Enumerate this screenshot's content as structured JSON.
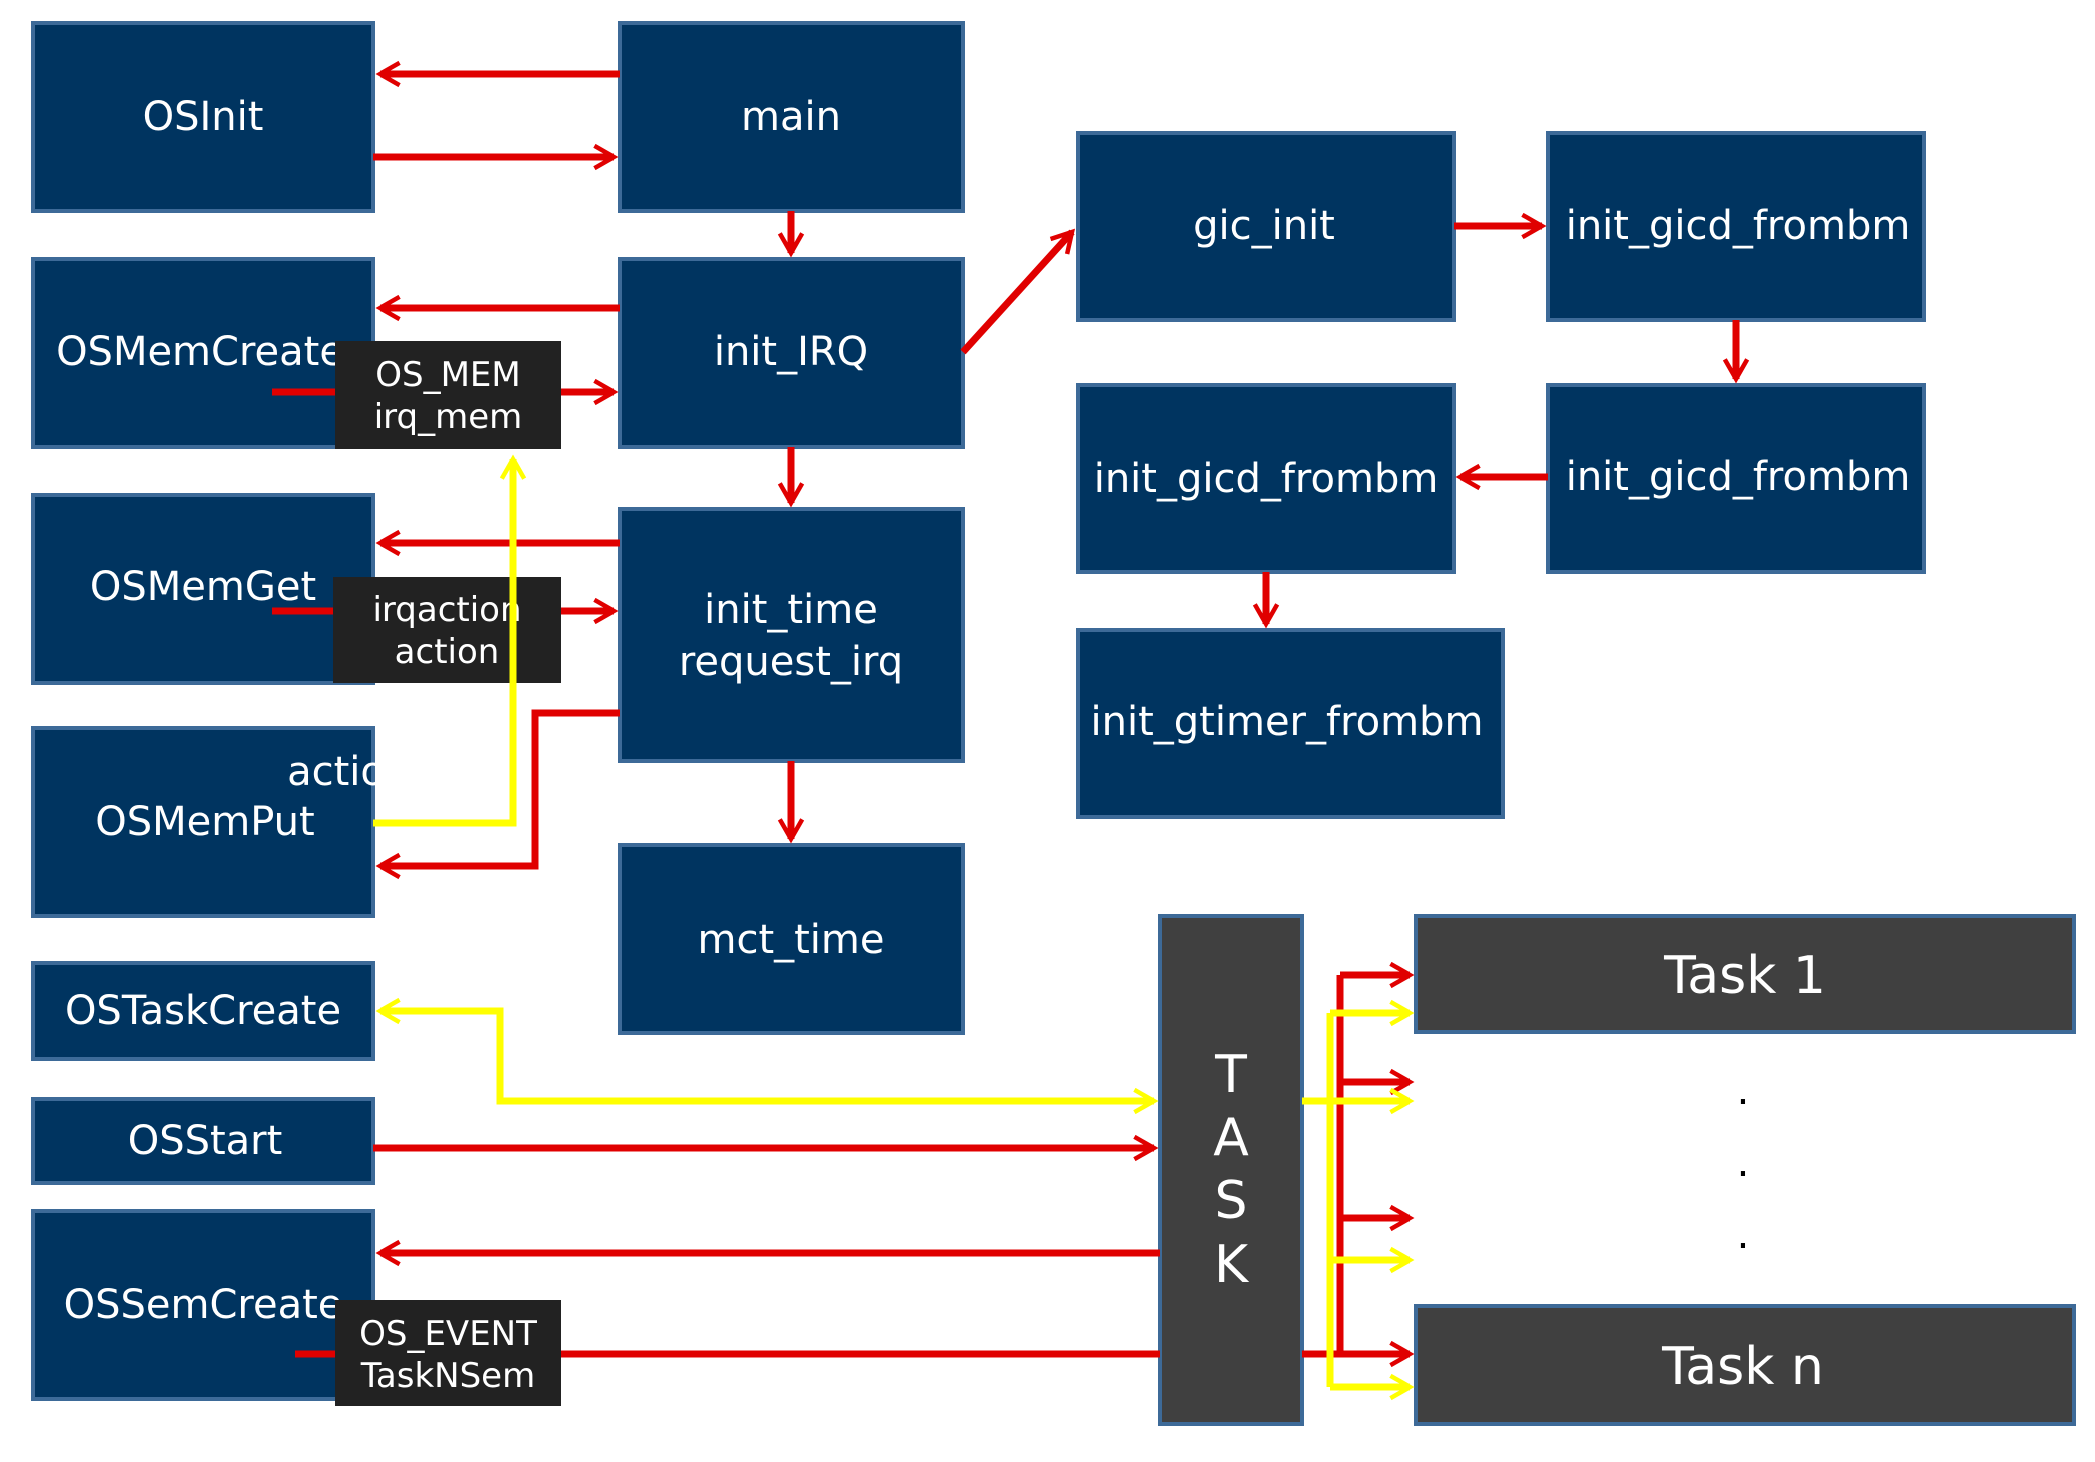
{
  "colors": {
    "box_fill": "#003460",
    "box_border": "#3d6a98",
    "tag_fill": "#222222",
    "task_fill": "#404040",
    "red_arrow": "#e00000",
    "yellow_arrow": "#ffff00"
  },
  "left_column": {
    "osinit": "OSInit",
    "osmemcreate": "OSMemCreate",
    "osmemget": "OSMemGet",
    "osmemput": "OSMemPut",
    "osmemput_overlap": "actio",
    "ostaskcreate": "OSTaskCreate",
    "osstart": "OSStart",
    "ossemcreate": "OSSemCreate"
  },
  "tags": {
    "os_mem_line1": "OS_MEM",
    "os_mem_line2": "irq_mem",
    "irqaction_line1": "irqaction",
    "irqaction_line2": "action",
    "os_event_line1": "OS_EVENT",
    "os_event_line2": "TaskNSem"
  },
  "center_column": {
    "main": "main",
    "init_irq": "init_IRQ",
    "init_time_line1": "init_time",
    "init_time_line2": "request_irq",
    "mct_time": "mct_time"
  },
  "gic_area": {
    "gic_init": "gic_init",
    "init_gicd_top": "init_gicd_frombm",
    "init_gicd_right": "init_gicd_frombm",
    "init_gicd_left": "init_gicd_frombm",
    "init_gtimer": "init_gtimer_frombm"
  },
  "task_area": {
    "task_letters": [
      "T",
      "A",
      "S",
      "K"
    ],
    "task_1": "Task  1",
    "task_n": "Task  n",
    "dots": [
      ".",
      ".",
      "."
    ]
  }
}
